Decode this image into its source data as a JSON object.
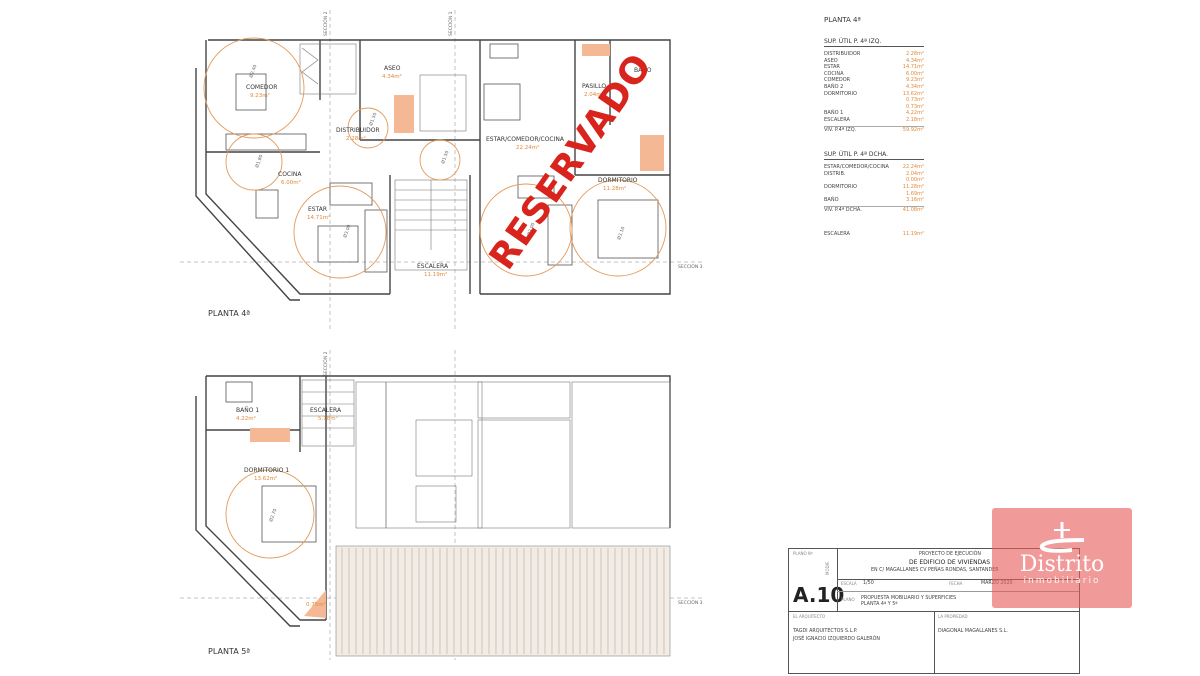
{
  "plans": {
    "upper": {
      "title": "PLANTA 4ª",
      "section_labels": {
        "seccion1": "SECCIÓN 1",
        "seccion2": "SECCIÓN 2",
        "seccion3": "SECCIÓN 3"
      },
      "rooms": {
        "comedor": {
          "name": "COMEDOR",
          "area": "9.23m²"
        },
        "aseo": {
          "name": "ASEO",
          "area": "4.34m²"
        },
        "distribuidor": {
          "name": "DISTRIBUIDOR",
          "area": "2.28m²"
        },
        "cocina": {
          "name": "COCINA",
          "area": "6.00m²"
        },
        "estar": {
          "name": "ESTAR",
          "area": "14.71m²"
        },
        "escalera": {
          "name": "ESCALERA",
          "area": "11.19m²"
        },
        "estar_comedor_cocina": {
          "name": "ESTAR/COMEDOR/COCINA",
          "area": "22.24m²"
        },
        "pasillo": {
          "name": "PASILLO",
          "area": "2.04m²"
        },
        "bano": {
          "name": "BAÑO",
          "area": ""
        },
        "dormitorio": {
          "name": "DORMITORIO",
          "area": "11.28m²"
        }
      },
      "diameters": {
        "d1": "Ø2.40",
        "d2": "Ø1.50",
        "d3": "Ø1.80",
        "d4": "Ø3.00",
        "d5": "Ø1.50",
        "d6": "Ø3.00",
        "d7": "Ø3.10"
      },
      "watermark": "RESERVADO"
    },
    "lower": {
      "title": "PLANTA 5ª",
      "section_labels": {
        "seccion2": "SECCIÓN 2",
        "seccion3": "SECCIÓN 3"
      },
      "rooms": {
        "bano1": {
          "name": "BAÑO 1",
          "area": "4.22m²"
        },
        "escalera": {
          "name": "ESCALERA",
          "area": "5.18m²"
        },
        "dormitorio1": {
          "name": "DORMITORIO 1",
          "area": "13.62m²"
        },
        "closet": {
          "area": "0.75m²"
        }
      },
      "diameters": {
        "d1": "Ø2.70"
      }
    }
  },
  "surfaces": {
    "title": "PLANTA 4ª",
    "left": {
      "header": "SUP. ÚTIL P. 4ª IZQ.",
      "rows": [
        {
          "name": "DISTRIBUIDOR",
          "value": "2.28m²"
        },
        {
          "name": "ASEO",
          "value": "4.34m²"
        },
        {
          "name": "ESTAR",
          "value": "14.71m²"
        },
        {
          "name": "COCINA",
          "value": "6.00m²"
        },
        {
          "name": "COMEDOR",
          "value": "9.23m²"
        },
        {
          "name": "BAÑO 2",
          "value": "4.34m²"
        },
        {
          "name": "DORMITORIO",
          "value": "13.62m²"
        },
        {
          "name": "",
          "value": "0.73m²"
        },
        {
          "name": "",
          "value": "0.73m²"
        },
        {
          "name": "BAÑO 1",
          "value": "4.22m²"
        },
        {
          "name": "ESCALERA",
          "value": "2.18m²"
        }
      ],
      "total_label": "VIV. P.4ª IZQ.",
      "total_value": "59.92m²"
    },
    "right": {
      "header": "SUP. ÚTIL P. 4ª DCHA.",
      "rows": [
        {
          "name": "ESTAR/COMEDOR/COCINA",
          "value": "22.24m²"
        },
        {
          "name": "DISTRIB.",
          "value": "2.04m²"
        },
        {
          "name": "",
          "value": "0.00m²"
        },
        {
          "name": "DORMITORIO",
          "value": "11.28m²"
        },
        {
          "name": "",
          "value": "1.69m²"
        },
        {
          "name": "BAÑO",
          "value": "3.16m²"
        }
      ],
      "total_label": "VIV. P.4ª DCHA.",
      "total_value": "41.08m²"
    },
    "escalera_label": "ESCALERA",
    "escalera_value": "11.19m²"
  },
  "title_block": {
    "plano_label": "PLANO Nº",
    "plano_number": "A.10",
    "modif": "MODIF.",
    "project_line1": "PROYECTO DE EJECUCIÓN",
    "project_line2": "DE EDIFICIO DE VIVIENDAS",
    "project_line3": "EN C/ MAGALLANES CV PEÑAS RONDAS, SANTANDER",
    "escala_label": "ESCALA",
    "escala": "1/50",
    "fecha_label": "FECHA",
    "fecha": "MARZO 2020",
    "plano_desc_label": "PLANO",
    "plano_desc1": "PROPUESTA MOBILIARIO Y SUPERFICIES",
    "plano_desc2": "PLANTA 4ª Y 5ª",
    "arquitecto_label": "EL ARQUITECTO",
    "arquitecto1": "TAGDI ARQUITECTOS S.L.P.",
    "arquitecto2": "JOSÉ IGNACIO IZQUIERDO GALERÓN",
    "propiedad_label": "LA PROPIEDAD",
    "propiedad": "DIAGONAL MAGALLANES S.L."
  },
  "logo": {
    "name": "Distrito",
    "sub": "inmobiliario"
  },
  "colors": {
    "accent": "#e08a3a",
    "watermark": "#d8241c",
    "logo": "#e85c5c"
  }
}
